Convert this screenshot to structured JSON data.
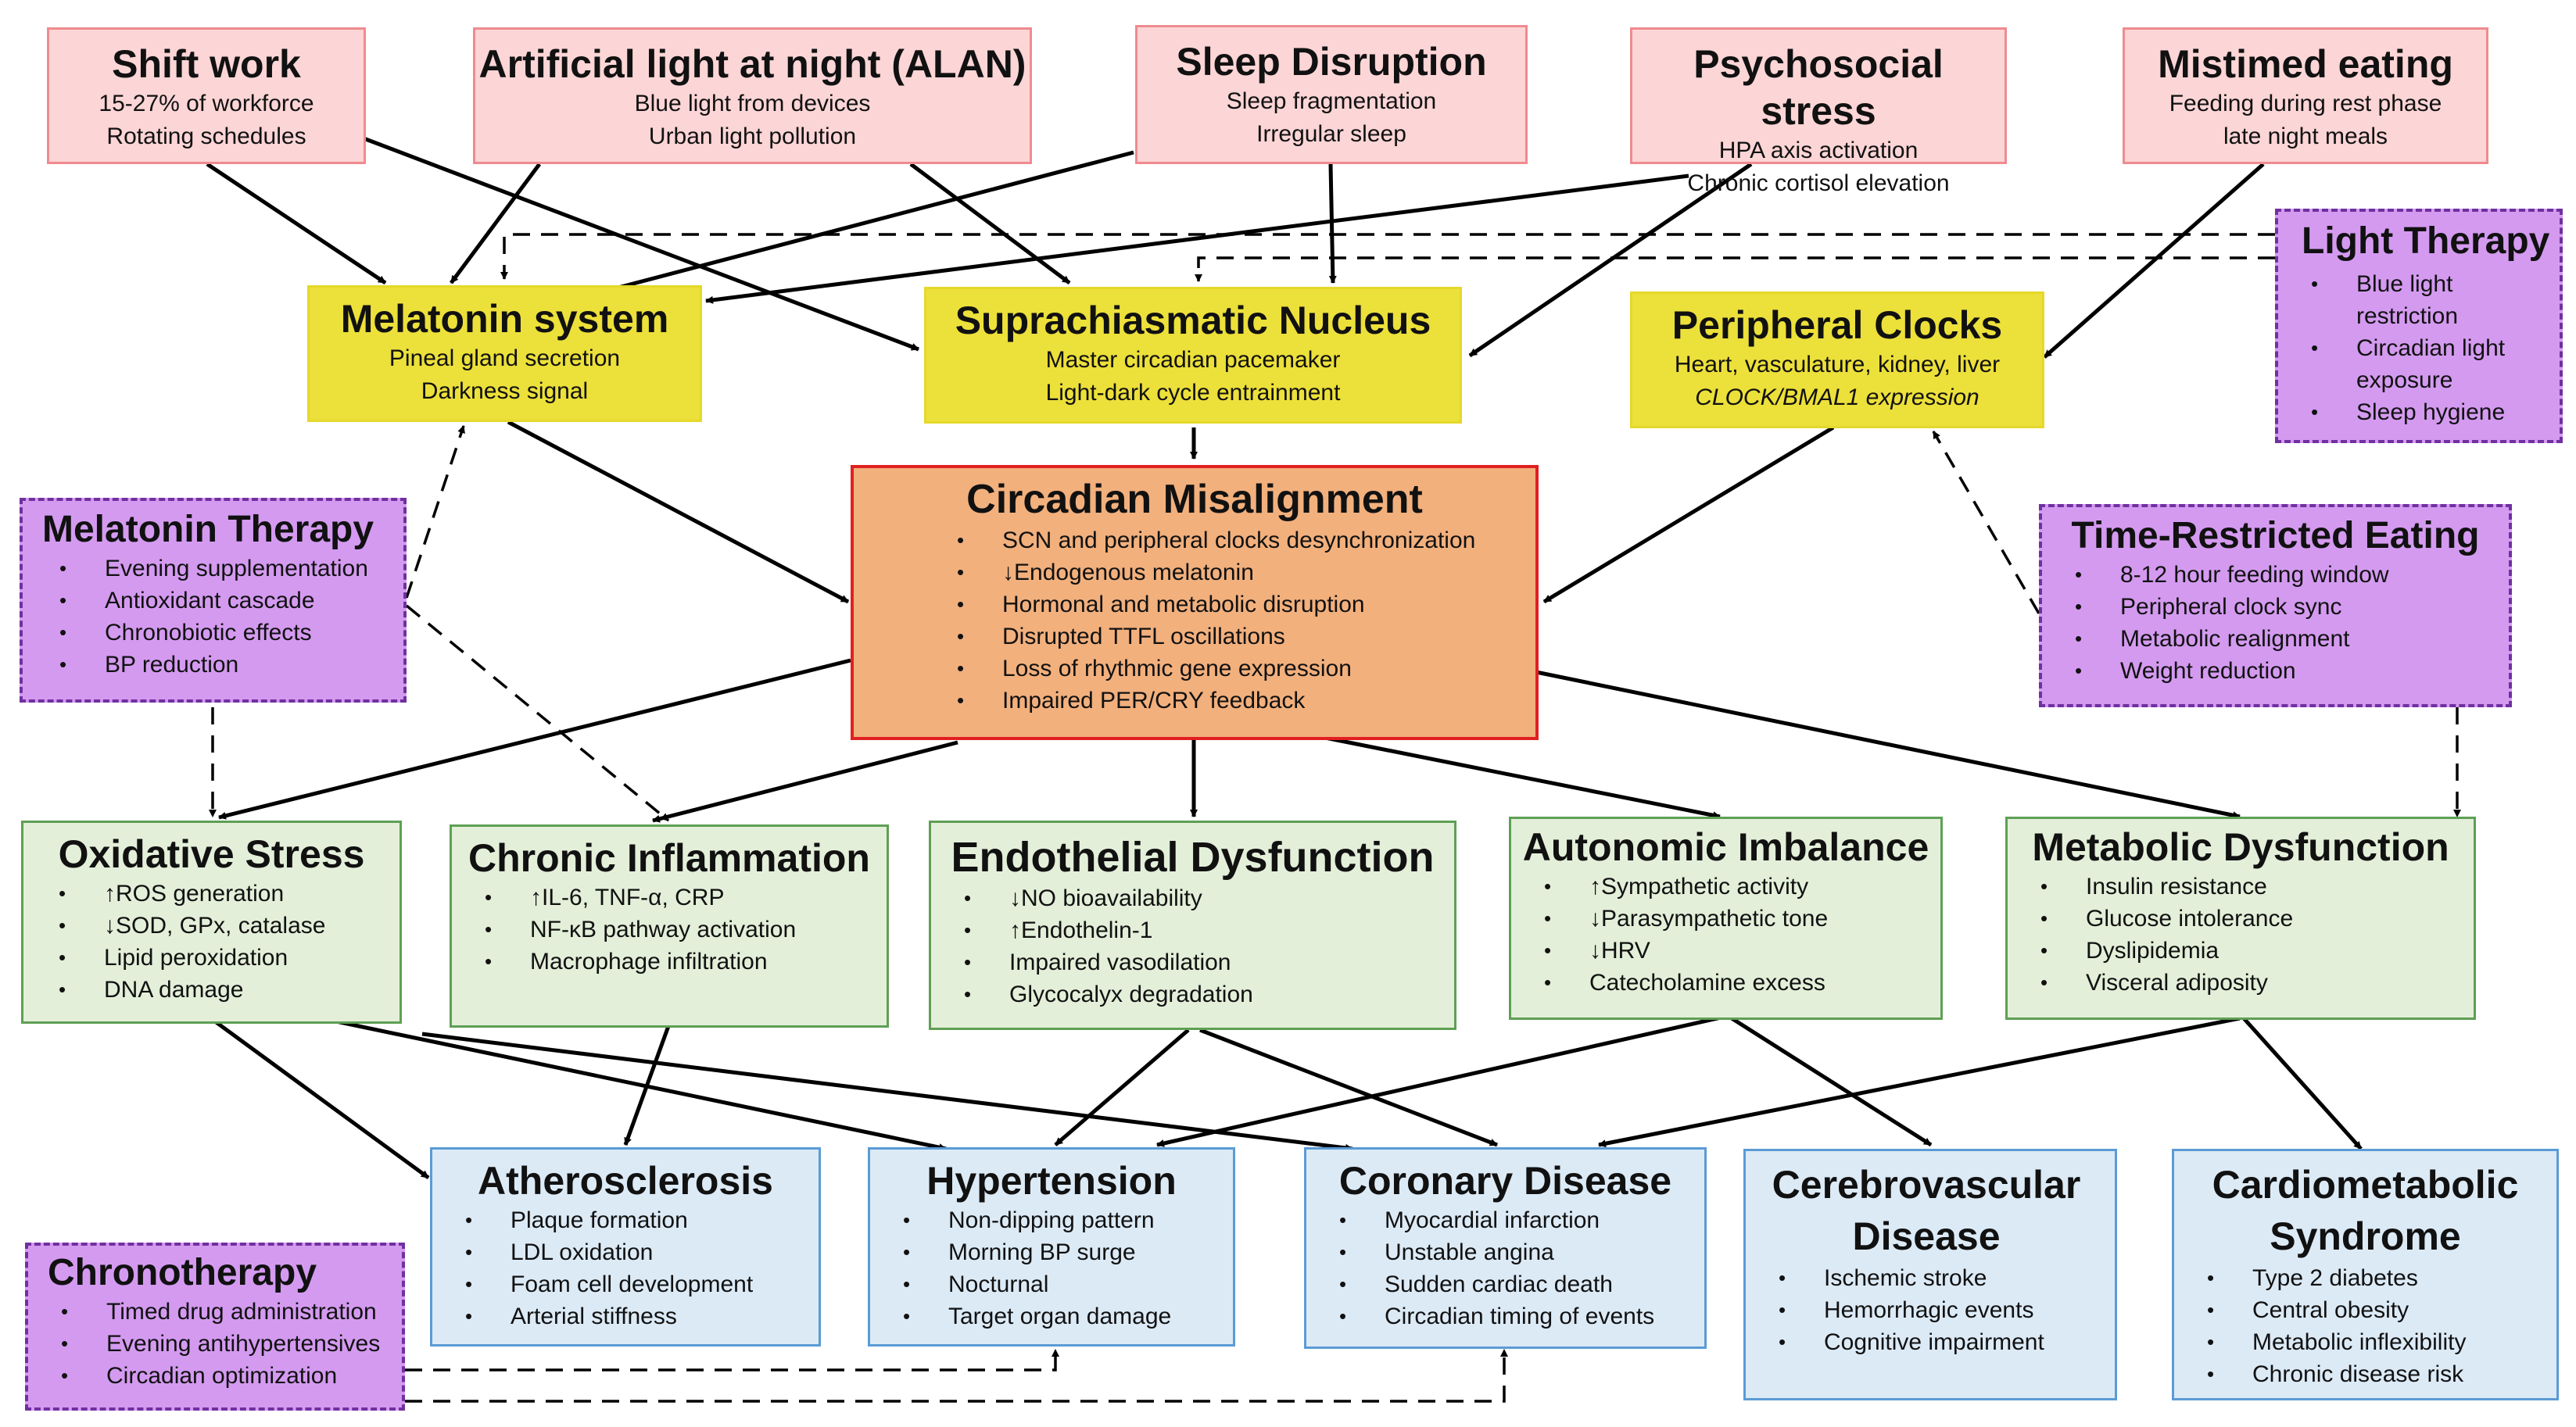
{
  "causes": [
    {
      "title": "Shift work",
      "lines": [
        "15-27% of workforce",
        "Rotating schedules"
      ]
    },
    {
      "title": "Artificial light at night (ALAN)",
      "lines": [
        "Blue light from devices",
        "Urban light pollution"
      ]
    },
    {
      "title": "Sleep Disruption",
      "lines": [
        "Sleep fragmentation",
        "Irregular sleep"
      ]
    },
    {
      "title": "Psychosocial stress",
      "lines": [
        "HPA axis activation",
        "Chronic cortisol elevation"
      ]
    },
    {
      "title": "Mistimed eating",
      "lines": [
        "Feeding during rest phase",
        "late night meals"
      ]
    }
  ],
  "systems": [
    {
      "title": "Melatonin system",
      "lines": [
        "Pineal gland secretion",
        "Darkness signal"
      ]
    },
    {
      "title": "Suprachiasmatic Nucleus",
      "lines": [
        "Master circadian pacemaker",
        "Light-dark cycle entrainment"
      ]
    },
    {
      "title": "Peripheral Clocks",
      "lines": [
        "Heart, vasculature, kidney, liver",
        "CLOCK/BMAL1 expression"
      ]
    }
  ],
  "central": {
    "title": "Circadian Misalignment",
    "items": [
      "SCN and peripheral clocks desynchronization",
      "↓Endogenous melatonin",
      "Hormonal and metabolic disruption",
      "Disrupted TTFL oscillations",
      "Loss of rhythmic gene expression",
      "Impaired PER/CRY feedback"
    ]
  },
  "mechanisms": [
    {
      "title": "Oxidative Stress",
      "items": [
        "↑ROS generation",
        "↓SOD, GPx, catalase",
        "Lipid peroxidation",
        "DNA damage"
      ]
    },
    {
      "title": "Chronic Inflammation",
      "items": [
        "↑IL-6, TNF-α, CRP",
        "NF-κB pathway activation",
        "Macrophage infiltration"
      ]
    },
    {
      "title": "Endothelial Dysfunction",
      "items": [
        "↓NO bioavailability",
        "↑Endothelin-1",
        "Impaired vasodilation",
        "Glycocalyx degradation"
      ]
    },
    {
      "title": "Autonomic Imbalance",
      "items": [
        "↑Sympathetic activity",
        "↓Parasympathetic tone",
        "↓HRV",
        "Catecholamine excess"
      ]
    },
    {
      "title": "Metabolic Dysfunction",
      "items": [
        "Insulin resistance",
        "Glucose intolerance",
        "Dyslipidemia",
        "Visceral adiposity"
      ]
    }
  ],
  "outcomes": [
    {
      "title": "Atherosclerosis",
      "items": [
        "Plaque formation",
        "LDL oxidation",
        "Foam cell development",
        "Arterial stiffness"
      ]
    },
    {
      "title": "Hypertension",
      "items": [
        "Non-dipping pattern",
        "Morning BP surge",
        "Nocturnal",
        "Target organ damage"
      ]
    },
    {
      "title": "Coronary Disease",
      "items": [
        "Myocardial infarction",
        "Unstable angina",
        "Sudden cardiac death",
        "Circadian timing of events"
      ]
    },
    {
      "title": "Cerebrovascular Disease",
      "items": [
        "Ischemic stroke",
        "Hemorrhagic events",
        "Cognitive impairment"
      ]
    },
    {
      "title": "Cardiometabolic Syndrome",
      "items": [
        "Type 2 diabetes",
        "Central obesity",
        "Metabolic inflexibility",
        "Chronic disease risk"
      ]
    }
  ],
  "therapies": {
    "light": {
      "title": "Light Therapy",
      "items": [
        "Blue light restriction",
        "Circadian light exposure",
        "Sleep hygiene"
      ]
    },
    "melatonin": {
      "title": "Melatonin Therapy",
      "items": [
        "Evening supplementation",
        "Antioxidant cascade",
        "Chronobiotic effects",
        "BP reduction"
      ]
    },
    "tre": {
      "title": "Time-Restricted Eating",
      "items": [
        "8-12 hour feeding window",
        "Peripheral clock sync",
        "Metabolic realignment",
        "Weight reduction"
      ]
    },
    "chrono": {
      "title": "Chronotherapy",
      "items": [
        "Timed drug administration",
        "Evening antihypertensives",
        "Circadian optimization"
      ]
    }
  }
}
